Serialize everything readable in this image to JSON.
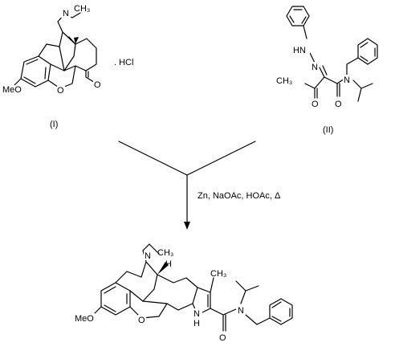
{
  "reactant_1": {
    "label": "(I)",
    "salt": ". HCl",
    "atoms": {
      "n": "N",
      "ch3": "CH₃",
      "o_ring": "O",
      "o_ketone": "O",
      "meo": "MeO"
    }
  },
  "reactant_2": {
    "label": "(II)",
    "atoms": {
      "hn": "HN",
      "n_azo": "N",
      "n_amide": "N",
      "ch3": "CH₃",
      "o1": "O",
      "o2": "O"
    }
  },
  "reaction": {
    "conditions": "Zn, NaOAc, HOAc, Δ"
  },
  "product": {
    "atoms": {
      "n": "N",
      "ch3_n": "CH₃",
      "ch3_pyrrole": "CH₃",
      "nh": "N",
      "h": "H",
      "o_ring": "O",
      "o_amide": "O",
      "n_amide": "N",
      "meo": "MeO"
    }
  }
}
